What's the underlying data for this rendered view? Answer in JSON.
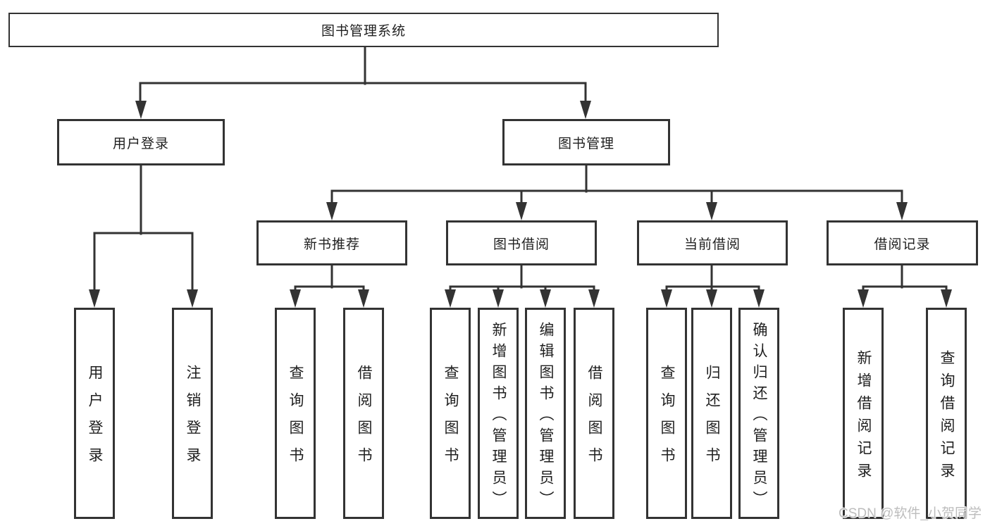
{
  "tree": {
    "root": {
      "label": "图书管理系统"
    },
    "branches": [
      {
        "label": "用户登录",
        "children": [
          {
            "label": "用户登录"
          },
          {
            "label": "注销登录"
          }
        ]
      },
      {
        "label": "图书管理",
        "children": [
          {
            "label": "新书推荐",
            "children": [
              {
                "label": "查询图书"
              },
              {
                "label": "借阅图书"
              }
            ]
          },
          {
            "label": "图书借阅",
            "children": [
              {
                "label": "查询图书"
              },
              {
                "label": "新增图书（管理员）"
              },
              {
                "label": "编辑图书（管理员）"
              },
              {
                "label": "借阅图书"
              }
            ]
          },
          {
            "label": "当前借阅",
            "children": [
              {
                "label": "查询图书"
              },
              {
                "label": "归还图书"
              },
              {
                "label": "确认归还（管理员）"
              }
            ]
          },
          {
            "label": "借阅记录",
            "children": [
              {
                "label": "新增借阅记录"
              },
              {
                "label": "查询借阅记录"
              }
            ]
          }
        ]
      }
    ]
  },
  "watermark": "CSDN @软件_小贺同学",
  "colors": {
    "line": "#333333",
    "text": "#1f1f1f",
    "watermark": "#bdbdbd",
    "background": "#ffffff"
  }
}
